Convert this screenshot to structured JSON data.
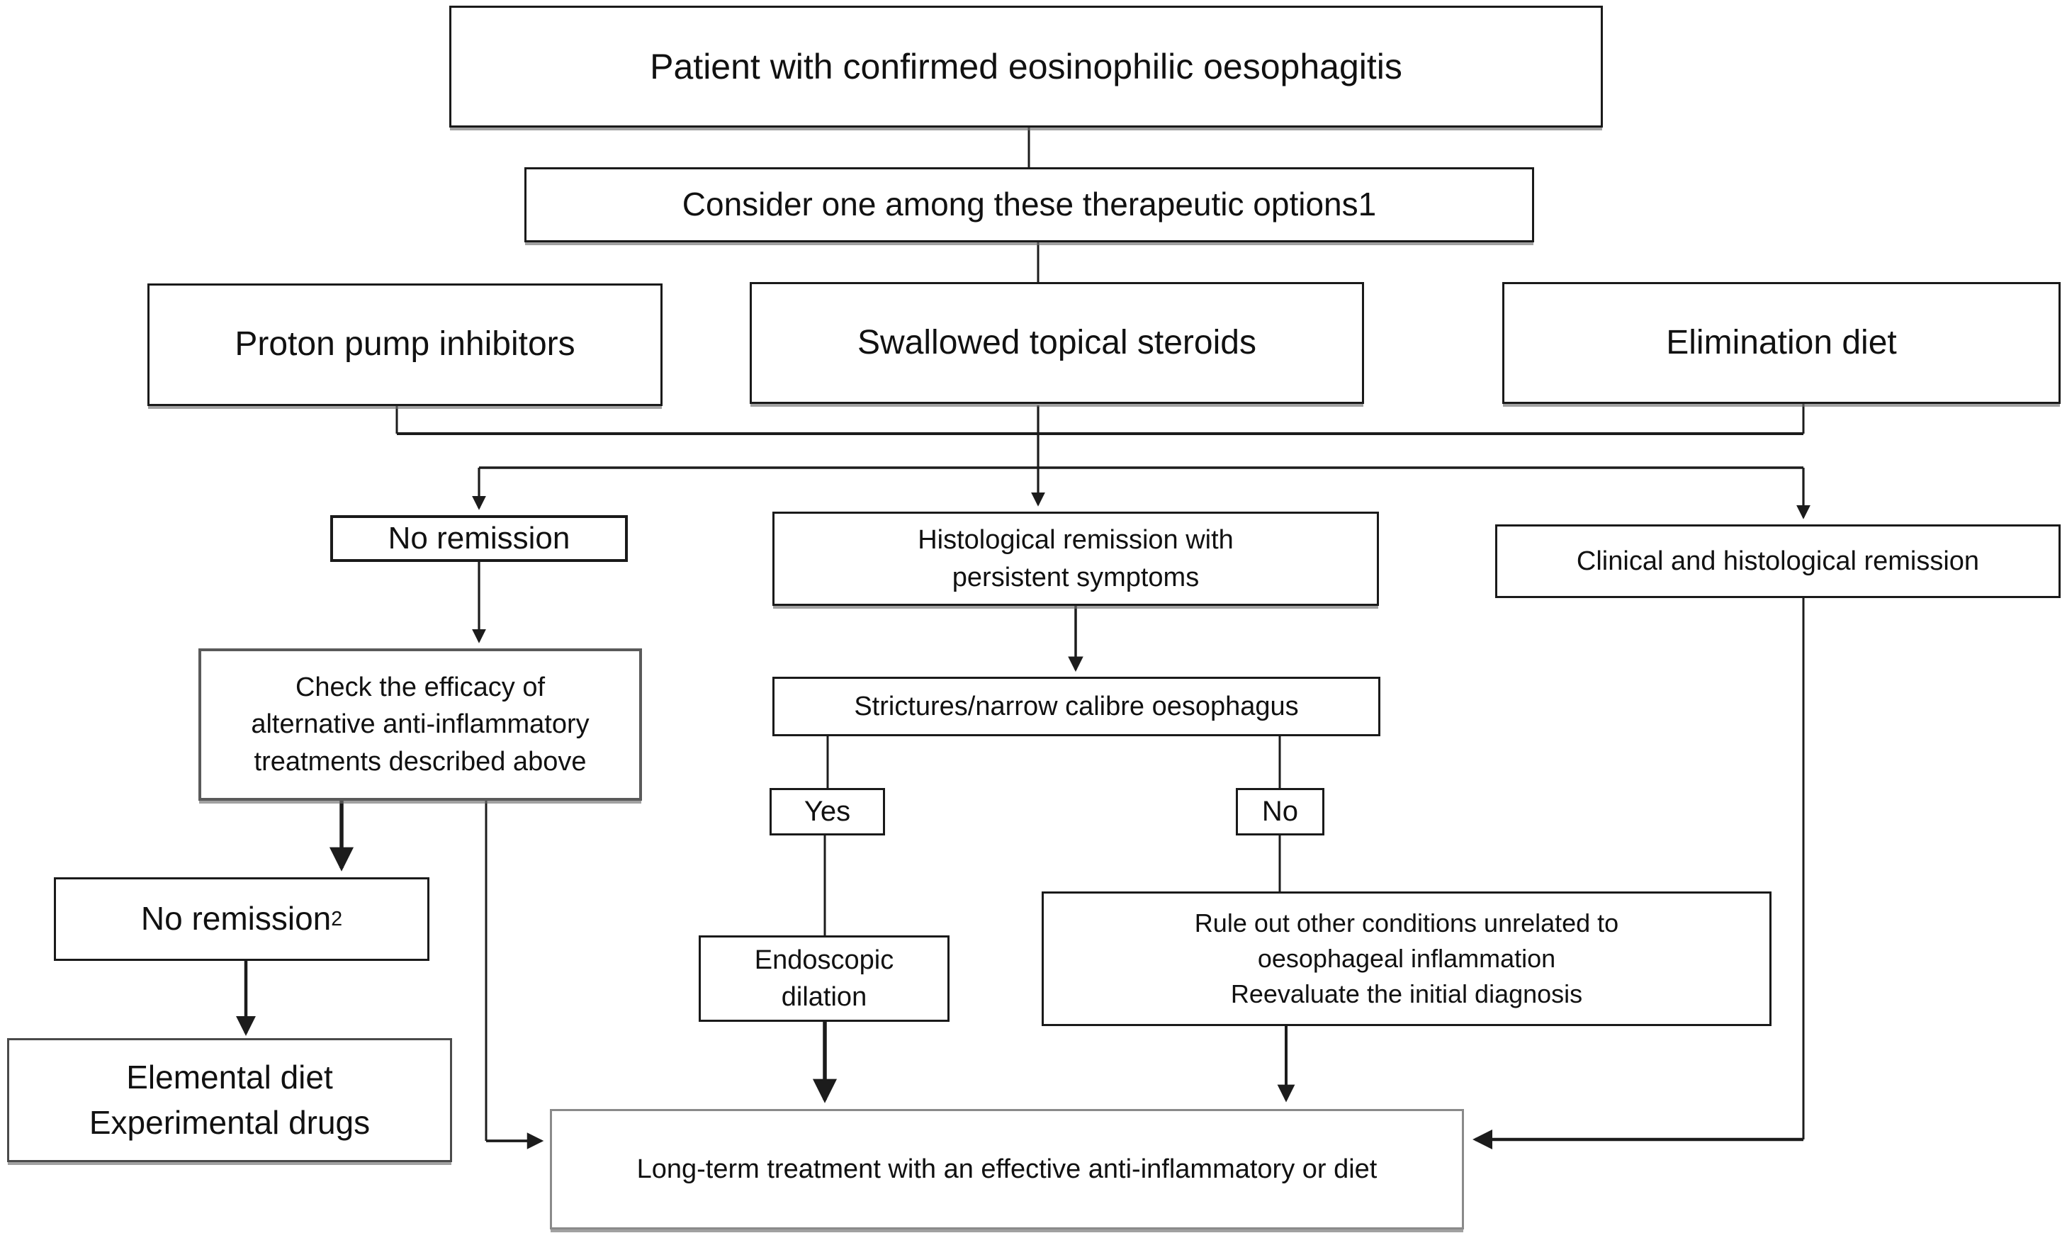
{
  "figure": {
    "background_color": "#ffffff",
    "line_color": "#1c1c1c",
    "text_color": "#111111"
  },
  "nodes": {
    "patient": {
      "label": "Patient with confirmed eosinophilic oesophagitis"
    },
    "consider": {
      "label": "Consider one among these therapeutic options1"
    },
    "ppi": {
      "label": "Proton pump inhibitors"
    },
    "steroids": {
      "label": "Swallowed topical steroids"
    },
    "elimination": {
      "label": "Elimination diet"
    },
    "no_remission": {
      "label": "No remission"
    },
    "histological": {
      "label": "Histological remission with\npersistent symptoms"
    },
    "clinical": {
      "label": "Clinical and histological remission"
    },
    "check": {
      "label": "Check the efficacy of\nalternative anti-inflammatory\ntreatments described above"
    },
    "strictures": {
      "label": "Strictures/narrow calibre oesophagus"
    },
    "yes": {
      "label": "Yes"
    },
    "no": {
      "label": "No"
    },
    "no_remission2": {
      "label": "No remission",
      "superscript": "2"
    },
    "endoscopic": {
      "label": "Endoscopic\ndilation"
    },
    "rule_out": {
      "label": "Rule out other conditions unrelated to\noesophageal inflammation\nReevaluate the initial diagnosis"
    },
    "elemental": {
      "label": "Elemental diet\nExperimental drugs"
    },
    "long_term": {
      "label": "Long-term treatment with an effective anti-inflammatory or diet"
    }
  }
}
